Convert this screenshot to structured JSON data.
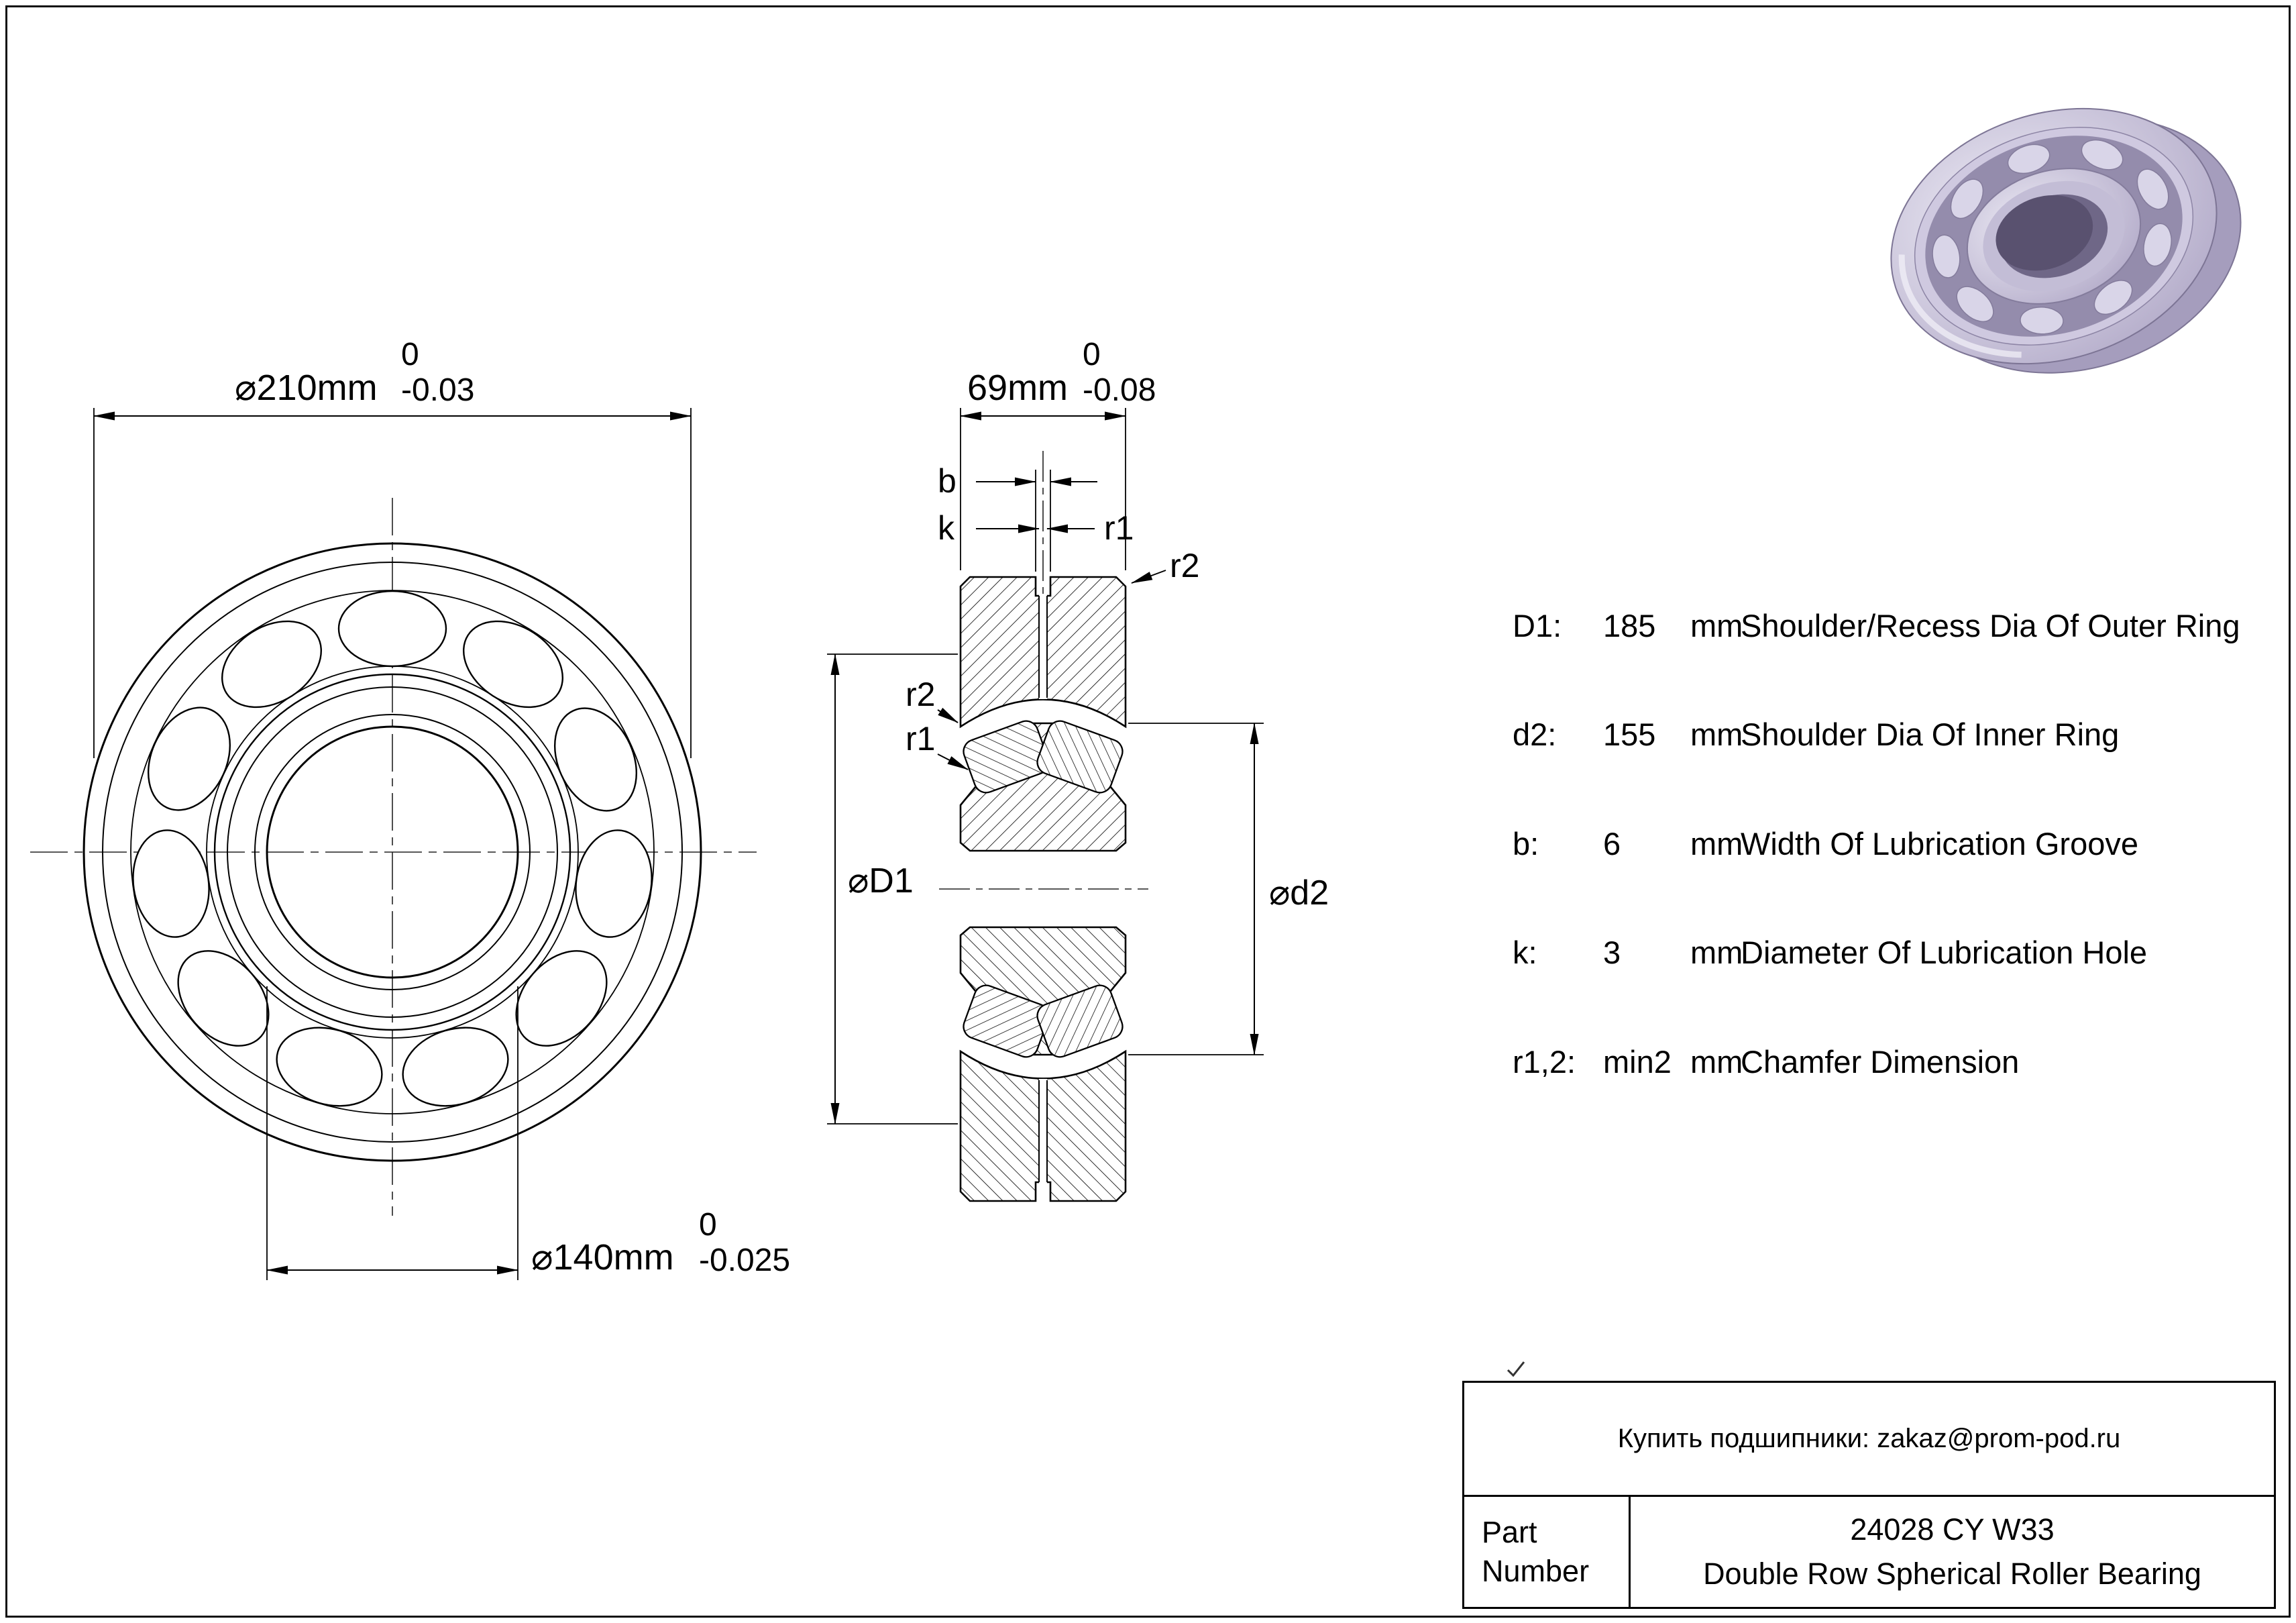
{
  "dims": {
    "outer_dia": {
      "dia": "⌀210mm",
      "tol_top": "0",
      "tol_bot": "-0.03"
    },
    "bore_dia": {
      "dia": "⌀140mm",
      "tol_top": "0",
      "tol_bot": "-0.025"
    },
    "width": {
      "dia": "69mm",
      "tol_top": "0",
      "tol_bot": "-0.08"
    },
    "labels": {
      "b": "b",
      "k": "k",
      "r1": "r1",
      "r2": "r2",
      "d1": "⌀D1",
      "d2": "⌀d2"
    }
  },
  "specs": {
    "rows": [
      {
        "label": "D1:",
        "value": "185",
        "unit": "mm",
        "desc": "Shoulder/Recess Dia Of Outer Ring"
      },
      {
        "label": "d2:",
        "value": "155",
        "unit": "mm",
        "desc": "Shoulder Dia Of Inner Ring"
      },
      {
        "label": "b:",
        "value": "6",
        "unit": "mm",
        "desc": "Width Of Lubrication Groove"
      },
      {
        "label": "k:",
        "value": "3",
        "unit": "mm",
        "desc": "Diameter Of Lubrication Hole"
      },
      {
        "label": "r1,2:",
        "value": "min2",
        "unit": "mm",
        "desc": "Chamfer Dimension"
      }
    ]
  },
  "title_block": {
    "contact": "Купить подшипники: zakaz@prom-pod.ru",
    "part_label": "Part Number",
    "part_number": "24028 CY W33",
    "part_desc": "Double Row Spherical Roller Bearing"
  },
  "render": {
    "colors": {
      "light": "#edebf5",
      "mid": "#cfc9e0",
      "dark": "#b3abc9",
      "cavity": "#948cac",
      "bore": "#6f6787"
    }
  }
}
